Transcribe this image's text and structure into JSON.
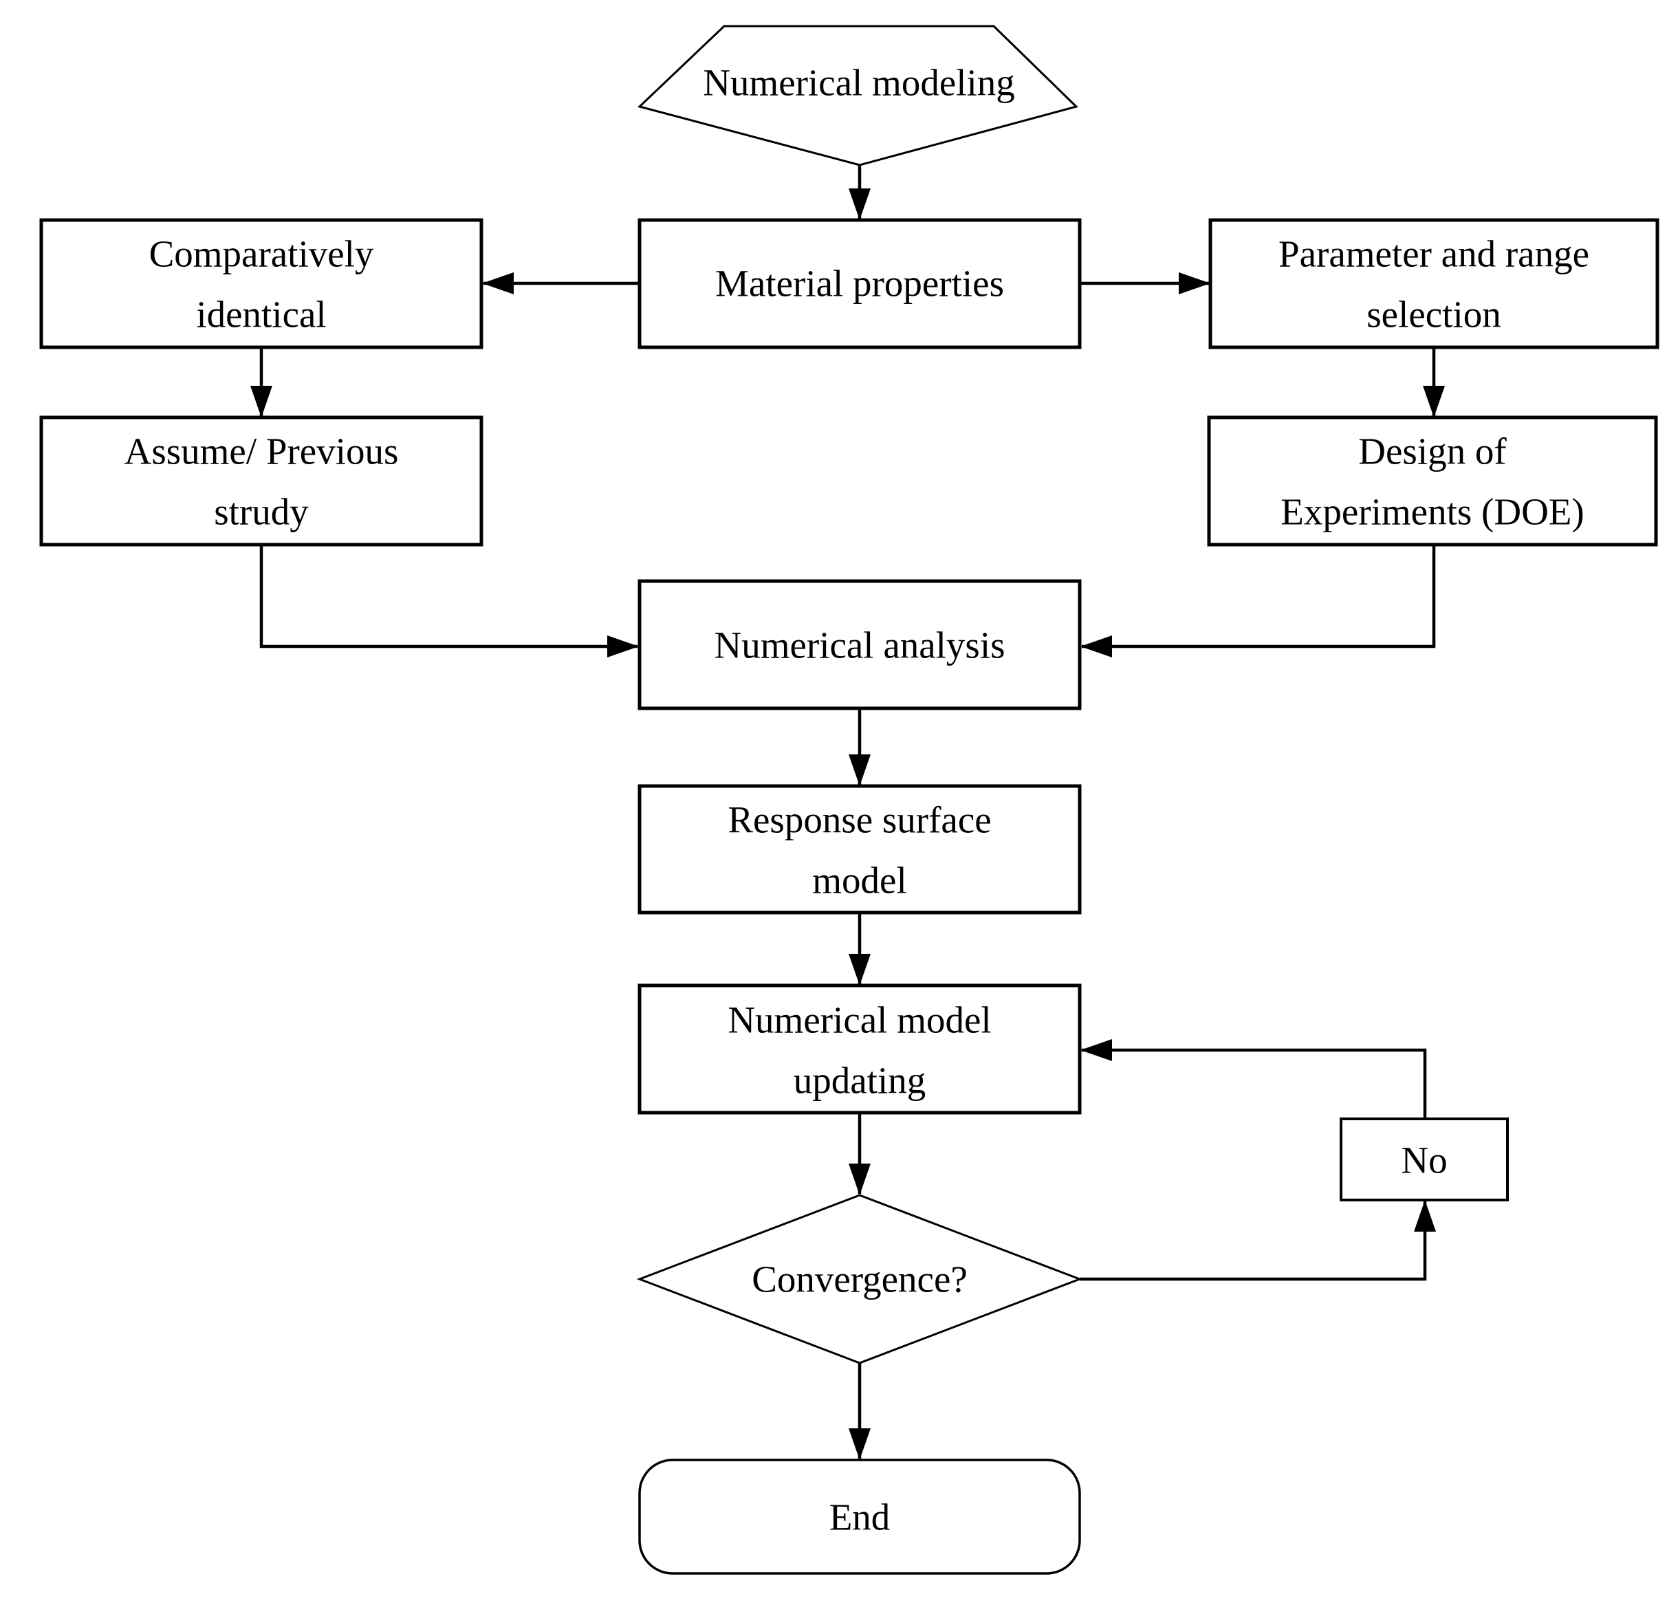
{
  "colors": {
    "background": "#ffffff",
    "line": "#000000",
    "text": "#000000"
  },
  "nodes": {
    "start": {
      "label": "Numerical modeling"
    },
    "material": {
      "label": "Material properties"
    },
    "comparatively": {
      "line1": "Comparatively",
      "line2": "identical"
    },
    "parameter": {
      "line1": "Parameter and range",
      "line2": "selection"
    },
    "assume": {
      "line1": "Assume/ Previous",
      "line2": "strudy"
    },
    "doe": {
      "line1": "Design of",
      "line2": "Experiments (DOE)"
    },
    "analysis": {
      "label": "Numerical analysis"
    },
    "response": {
      "line1": "Response surface",
      "line2": "model"
    },
    "updating": {
      "line1": "Numerical model",
      "line2": "updating"
    },
    "convergence": {
      "label": "Convergence?"
    },
    "no": {
      "label": "No"
    },
    "end": {
      "label": "End"
    }
  }
}
